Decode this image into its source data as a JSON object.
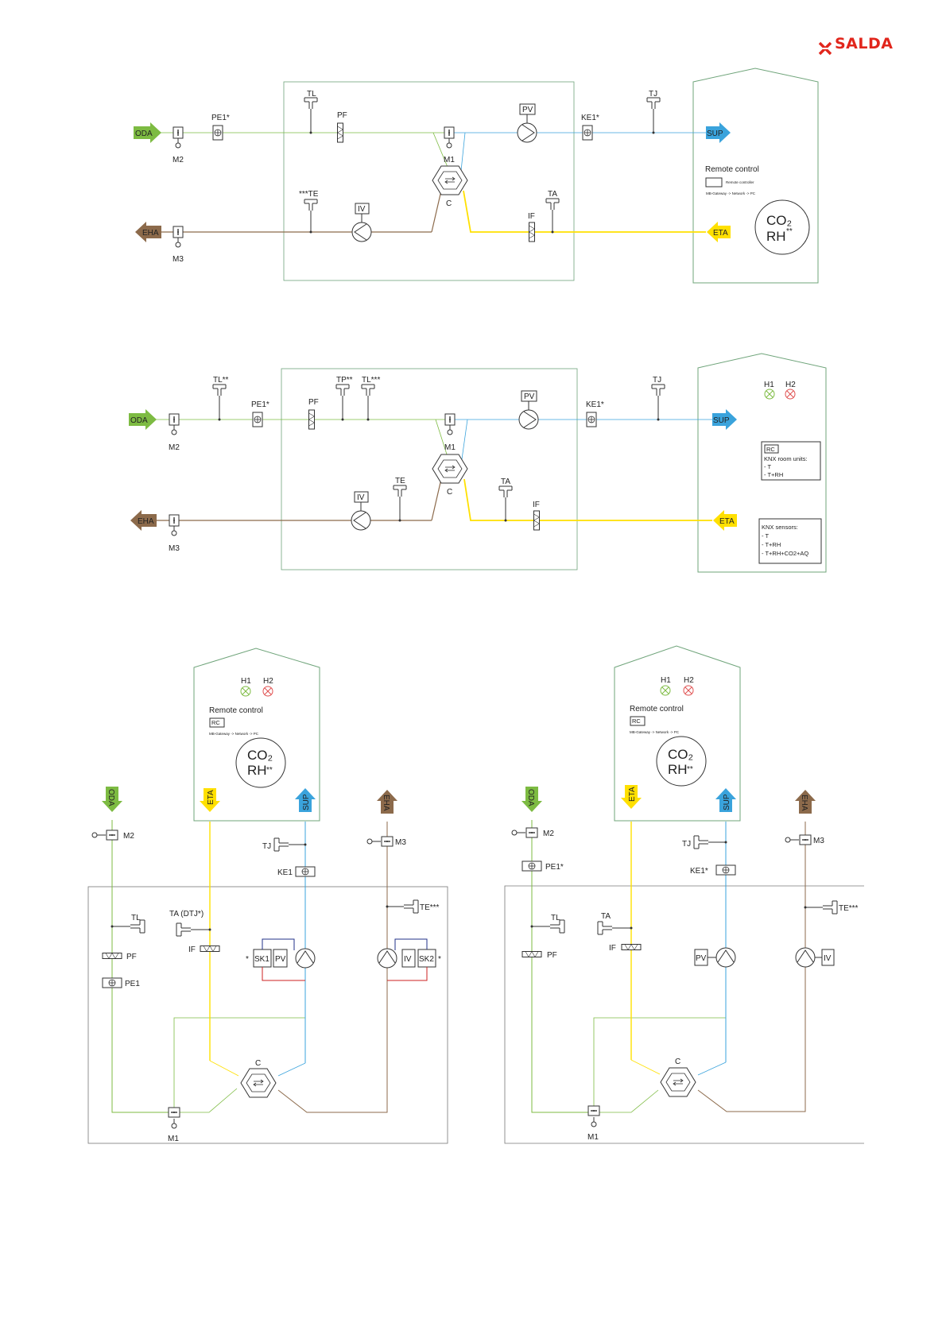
{
  "brand": {
    "name": "SALDA"
  },
  "colors": {
    "outdoor": "#7dbb42",
    "supply": "#3aa3dc",
    "extract": "#ffe000",
    "exhaust": "#8c6a4b",
    "frame": "#6fa47a",
    "red": "#e05050",
    "redline": "#cc2222",
    "navy": "#22308a"
  },
  "airflows": {
    "oda": "ODA",
    "sup": "SUP",
    "eta": "ETA",
    "eha": "EHA"
  },
  "d1": {
    "tl": "TL",
    "pe1": "PE1*",
    "pf": "PF",
    "m1": "M1",
    "m2": "M2",
    "m3": "M3",
    "pv": "PV",
    "ke1": "KE1*",
    "tj": "TJ",
    "te": "***TE",
    "iv": "IV",
    "c": "C",
    "ta": "TA",
    "if": "IF",
    "remote_title": "Remote control",
    "remote_sub": "Remote controller",
    "remote_net": "MB-Gateway -> Network -> PC",
    "co2": "CO₂",
    "rh": "RH",
    "rh_sup": "**"
  },
  "d2": {
    "tl": "TL**",
    "pe1": "PE1*",
    "pf": "PF",
    "tp": "TP**",
    "tl2": "TL***",
    "m1": "M1",
    "m2": "M2",
    "m3": "M3",
    "pv": "PV",
    "ke1": "KE1*",
    "tj": "TJ",
    "h1": "H1",
    "h2": "H2",
    "iv": "IV",
    "te": "TE",
    "c": "C",
    "ta": "TA",
    "if": "IF",
    "rc": "RC",
    "knx_room_title": "KNX room units:",
    "knx_room_items": [
      "- T",
      "- T+RH"
    ],
    "knx_sensors_title": "KNX sensors:",
    "knx_sensors_items": [
      "- T",
      "- T+RH",
      "- T+RH+CO2+AQ"
    ]
  },
  "d3": {
    "h1": "H1",
    "h2": "H2",
    "remote_title": "Remote control",
    "rc": "RC",
    "remote_net": "MB-Gateway -> Network -> PC",
    "co2": "CO₂",
    "rh": "RH",
    "rh_sup": "**",
    "m2": "M2",
    "m3": "M3",
    "tj": "TJ",
    "ke1": "KE1",
    "te": "TE***",
    "tl": "TL",
    "ta": "TA (DTJ*)",
    "if": "IF",
    "pf": "PF",
    "pe1": "PE1",
    "sk1": "SK1",
    "pv": "PV",
    "iv": "IV",
    "sk2": "SK2",
    "star": "*",
    "c": "C",
    "m1": "M1"
  },
  "d4": {
    "h1": "H1",
    "h2": "H2",
    "remote_title": "Remote control",
    "rc": "RC",
    "remote_net": "MB-Gateway -> Network -> PC",
    "co2": "CO₂",
    "rh": "RH",
    "rh_sup": "**",
    "m2": "M2",
    "m3": "M3",
    "tj": "TJ",
    "pe1": "PE1*",
    "ke1": "KE1*",
    "te": "TE***",
    "tl": "TL",
    "ta": "TA",
    "if": "IF",
    "pf": "PF",
    "pv": "PV",
    "iv": "IV",
    "c": "C",
    "m1": "M1"
  }
}
